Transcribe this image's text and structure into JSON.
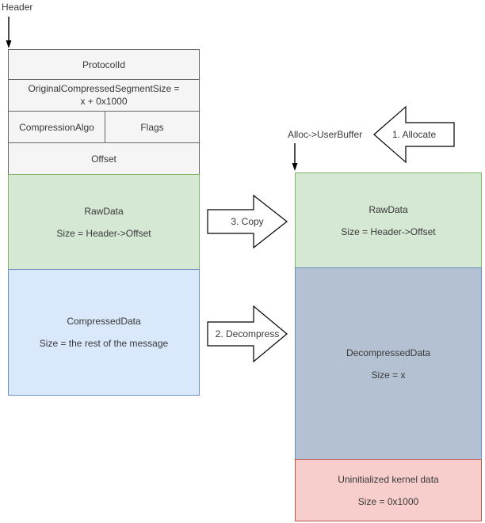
{
  "pointers": {
    "header": "Header",
    "alloc": "Alloc->UserBuffer"
  },
  "action_arrows": {
    "allocate": "1. Allocate",
    "decompress": "2. Decompress",
    "copy": "3. Copy"
  },
  "compressed_message": {
    "protocol_id": "ProtocolId",
    "segment_size": "OriginalCompressedSegmentSize =\nx + 0x1000",
    "compression_algo": "CompressionAlgo",
    "flags": "Flags",
    "offset": "Offset",
    "raw_data": {
      "title": "RawData",
      "size": "Size = Header->Offset"
    },
    "compressed_data": {
      "title": "CompressedData",
      "size": "Size = the rest of the message"
    }
  },
  "user_buffer": {
    "raw_data": {
      "title": "RawData",
      "size": "Size = Header->Offset"
    },
    "decompressed_data": {
      "title": "DecompressedData",
      "size": "Size = x"
    },
    "uninitialized": {
      "title": "Uninitialized kernel data",
      "size": "Size = 0x1000"
    }
  },
  "colors": {
    "field_fill": "#f5f5f5",
    "field_border": "#666666",
    "raw_data_fill": "#d5e8d4",
    "raw_data_border": "#82b366",
    "compressed_fill": "#dae8fc",
    "compressed_border": "#6c8ebf",
    "decompressed_fill": "#b4c1d3",
    "uninitialized_fill": "#f8cecc",
    "uninitialized_border": "#b85450"
  }
}
